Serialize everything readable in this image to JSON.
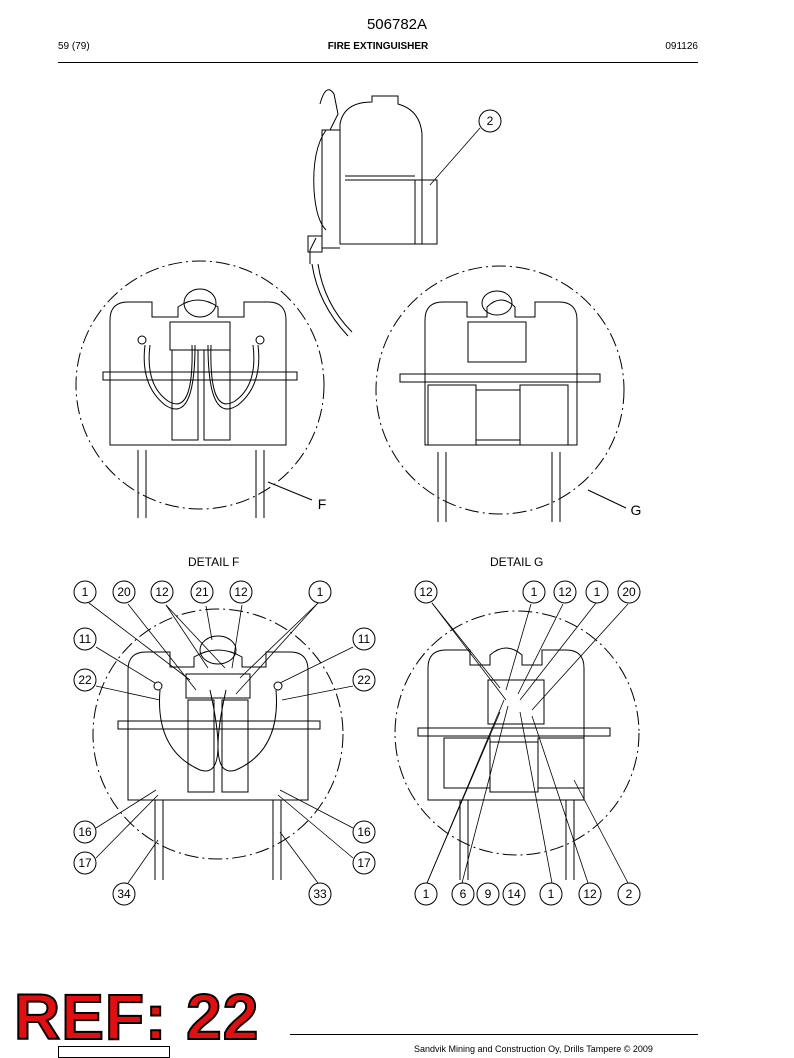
{
  "header": {
    "doc_number": "506782A",
    "page": "59 (79)",
    "title": "FIRE EXTINGUISHER",
    "date_code": "091126"
  },
  "detail_labels": {
    "f_letter": "F",
    "g_letter": "G",
    "f_title": "DETAIL  F",
    "g_title": "DETAIL  G"
  },
  "callouts": {
    "top": [
      "2"
    ],
    "detail_f": [
      "1",
      "20",
      "12",
      "21",
      "12",
      "1",
      "11",
      "11",
      "22",
      "22",
      "16",
      "16",
      "17",
      "17",
      "34",
      "33"
    ],
    "detail_g_top": [
      "12",
      "1",
      "12",
      "1",
      "20"
    ],
    "detail_g_bottom": [
      "1",
      "6",
      "9",
      "14",
      "1",
      "12",
      "2"
    ]
  },
  "ref_stamp": "REF: 22",
  "footer": "Sandvik Mining and Construction Oy, Drills Tampere © 2009"
}
